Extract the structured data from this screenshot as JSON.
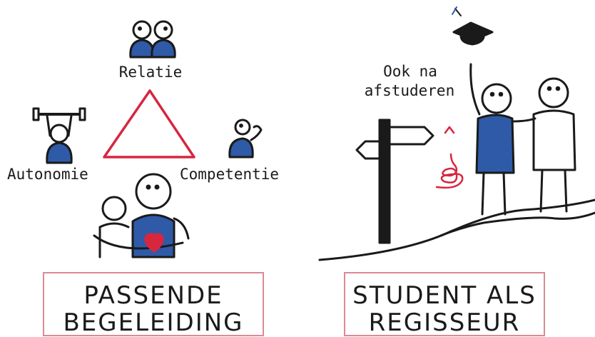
{
  "left_panel": {
    "label_top": "Relatie",
    "label_left": "Autonomie",
    "label_right": "Competentie",
    "caption_line1": "PASSENDE",
    "caption_line2": "BEGELEIDING"
  },
  "right_panel": {
    "label": [
      "Ook na",
      "afstuderen"
    ],
    "caption_line1": "STUDENT ALS",
    "caption_line2": "REGISSEUR"
  },
  "colors": {
    "accent_red": "#d6273f",
    "shirt_blue": "#2f5aa8",
    "box_border": "#d98a97",
    "ink": "#1a1a1a"
  },
  "icons": [
    "graduation-cap-icon",
    "signpost-icon",
    "heart-icon",
    "dumbbell-icon"
  ]
}
